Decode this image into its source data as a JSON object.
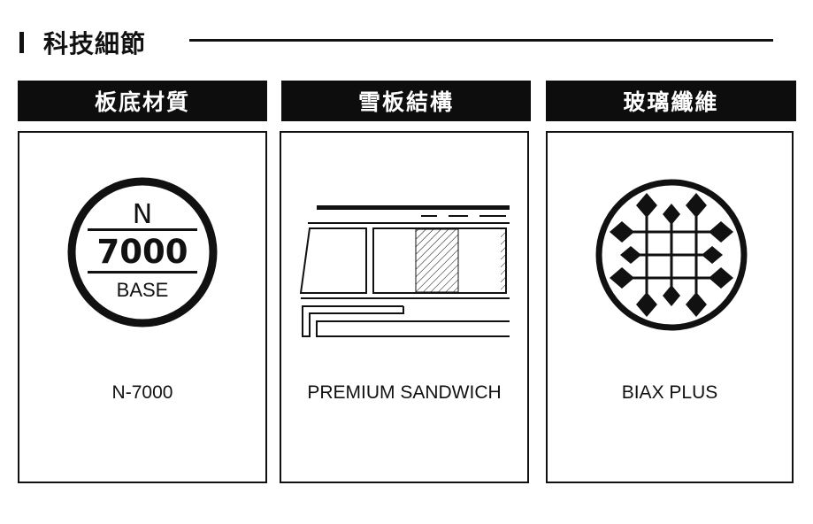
{
  "section": {
    "title": "科技細節"
  },
  "categories": [
    {
      "header": "板底材質",
      "label": "N-7000",
      "icon": "n7000-base-badge-icon",
      "badge": {
        "letter": "N",
        "number": "7000",
        "word": "BASE"
      }
    },
    {
      "header": "雪板結構",
      "label": "PREMIUM SANDWICH",
      "icon": "sandwich-construction-icon"
    },
    {
      "header": "玻璃纖維",
      "label": "BIAX PLUS",
      "icon": "biax-fiberglass-icon"
    }
  ],
  "colors": {
    "primary": "#0d0d0d",
    "background": "#ffffff"
  }
}
